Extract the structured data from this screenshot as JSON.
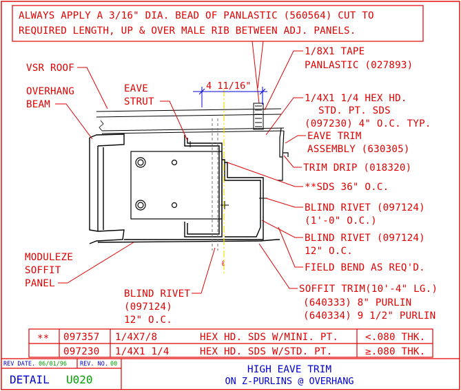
{
  "note": {
    "line1": "ALWAYS APPLY A 3/16\" DIA. BEAD OF PANLASTIC (560564) CUT TO",
    "line2": "REQUIRED LENGTH, UP & OVER MALE RIB BETWEEN ADJ. PANELS."
  },
  "dimension": "4 11/16\"",
  "centerline_mark": "ℓ",
  "callouts_left": {
    "vsr_roof": "VSR ROOF",
    "overhang_1": "OVERHANG",
    "overhang_2": "BEAM",
    "eave_strut_1": "EAVE",
    "eave_strut_2": "STRUT",
    "soffit_1": "MODULEZE",
    "soffit_2": "SOFFIT",
    "soffit_3": "PANEL",
    "rivet_1": "BLIND RIVET",
    "rivet_2": "(097124)",
    "rivet_3": "12\" O.C."
  },
  "callouts_right": {
    "tape_1": "1/8X1 TAPE",
    "tape_2": "PANLASTIC (027893)",
    "screw_1": "1/4X1 1/4 HEX HD.",
    "screw_2": "STD. PT. SDS",
    "screw_3": "(097230) 4\" O.C. TYP.",
    "trim_1": "EAVE TRIM",
    "trim_2": "ASSEMBLY (630305)",
    "drip": "TRIM DRIP (018320)",
    "sds": "**SDS 36\" O.C.",
    "rivet_a1": "BLIND RIVET (097124)",
    "rivet_a2": "(1'-0\" O.C.)",
    "rivet_b1": "BLIND RIVET (097124)",
    "rivet_b2": "12\" O.C.",
    "bend": "FIELD BEND AS REQ'D.",
    "soffit_trim_1": "SOFFIT TRIM(10'-4\" LG.)",
    "soffit_trim_2": "(640333) 8\" PURLIN",
    "soffit_trim_3": "(640334) 9 1/2\" PURLIN"
  },
  "parts_table": {
    "marker": "**",
    "rows": [
      {
        "part": "097357",
        "size": "1/4X7/8",
        "desc": "HEX HD. SDS W/MINI. PT.",
        "thk": "<.080 THK."
      },
      {
        "part": "097230",
        "size": "1/4X1 1/4",
        "desc": "HEX HD. SDS W/STD. PT.",
        "thk": "≥.080 THK."
      }
    ]
  },
  "title_block": {
    "rev_date_label": "REV DATE.",
    "rev_date": "06/01/96",
    "rev_no_label": "REV. NO.",
    "rev_no": "00",
    "detail_label": "DETAIL",
    "detail_id": "U020",
    "title_1": "HIGH EAVE TRIM",
    "title_2": "ON Z-PURLINS @ OVERHANG"
  },
  "colors": {
    "annotation": "#e00000",
    "title": "#0000d0",
    "revision": "#00a000",
    "geometry": "#000000"
  }
}
